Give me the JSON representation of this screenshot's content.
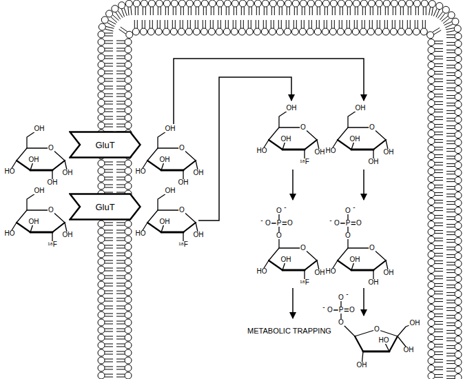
{
  "diagram": {
    "nodes": [
      {
        "text": [
          "GluT"
        ]
      },
      {
        "text": [
          "GluT"
        ]
      }
    ],
    "labels": [
      "OH",
      "O",
      "HO",
      "OH",
      "OH",
      "OH",
      "OH",
      "O",
      "HO",
      "OH",
      "OH",
      "OH",
      "OH",
      "O",
      "HO",
      "OH",
      "¹⁸F",
      "OH",
      "OH",
      "O",
      "HO",
      "OH",
      "¹⁸F",
      "OH",
      "OH",
      "O",
      "HO",
      "OH",
      "¹⁸F",
      "OH",
      "OH",
      "O",
      "HO",
      "OH",
      "OH",
      "OH",
      "-",
      "O",
      "-",
      "O",
      "P",
      "O",
      "O",
      "O",
      "HO",
      "OH",
      "¹⁸F",
      "OH",
      "-",
      "O",
      "-",
      "O",
      "P",
      "O",
      "O",
      "O",
      "HO",
      "OH",
      "OH",
      "OH",
      "METABOLIC TRAPPING",
      "-",
      "O",
      "-",
      "O",
      "P",
      "O",
      "O",
      "O",
      "OH",
      "OH",
      "HO",
      "OH"
    ]
  }
}
